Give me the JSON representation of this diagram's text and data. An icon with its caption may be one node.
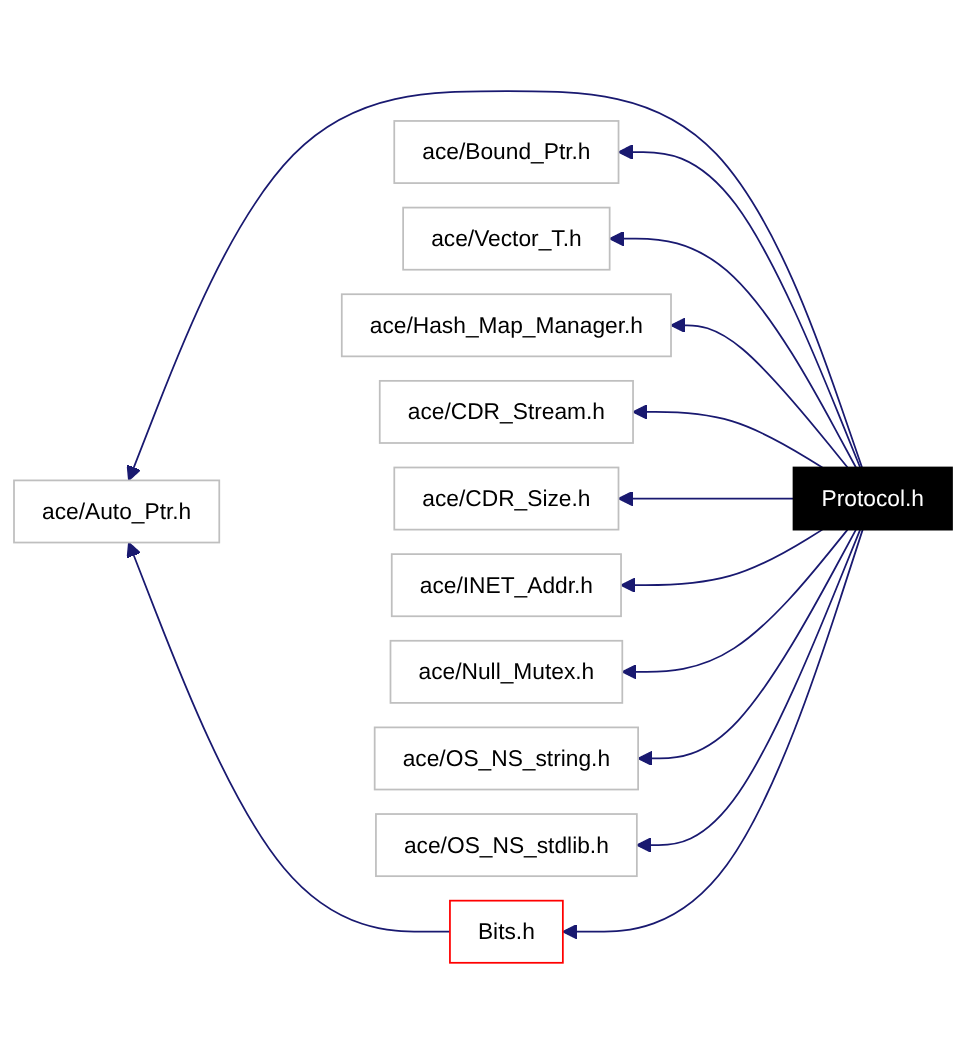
{
  "diagram": {
    "nodes": [
      {
        "text": [
          "ace/Auto_Ptr.h"
        ]
      },
      {
        "text": [
          "Bits.h"
        ]
      },
      {
        "text": [
          "ace/Bound_Ptr.h"
        ]
      },
      {
        "text": [
          "ace/Vector_T.h"
        ]
      },
      {
        "text": [
          "ace/Hash_Map_Manager.h"
        ]
      },
      {
        "text": [
          "ace/CDR_Stream.h"
        ]
      },
      {
        "text": [
          "Protocol.h"
        ]
      },
      {
        "text": [
          "ace/CDR_Size.h"
        ]
      },
      {
        "text": [
          "ace/INET_Addr.h"
        ]
      },
      {
        "text": [
          "ace/Null_Mutex.h"
        ]
      },
      {
        "text": [
          "ace/OS_NS_string.h"
        ]
      },
      {
        "text": [
          "ace/OS_NS_stdlib.h"
        ]
      }
    ],
    "edges": [
      {
        "from": 6,
        "to": 0,
        "arrow": "to"
      },
      {
        "from": 1,
        "to": 0,
        "arrow": "to"
      },
      {
        "from": 6,
        "to": 1,
        "arrow": "to"
      },
      {
        "from": 6,
        "to": 2,
        "arrow": "to"
      },
      {
        "from": 6,
        "to": 3,
        "arrow": "to"
      },
      {
        "from": 6,
        "to": 4,
        "arrow": "to"
      },
      {
        "from": 6,
        "to": 5,
        "arrow": "to"
      },
      {
        "from": 6,
        "to": 7,
        "arrow": "to"
      },
      {
        "from": 6,
        "to": 8,
        "arrow": "to"
      },
      {
        "from": 6,
        "to": 9,
        "arrow": "to"
      },
      {
        "from": 6,
        "to": 10,
        "arrow": "to"
      },
      {
        "from": 6,
        "to": 11,
        "arrow": "to"
      }
    ]
  }
}
